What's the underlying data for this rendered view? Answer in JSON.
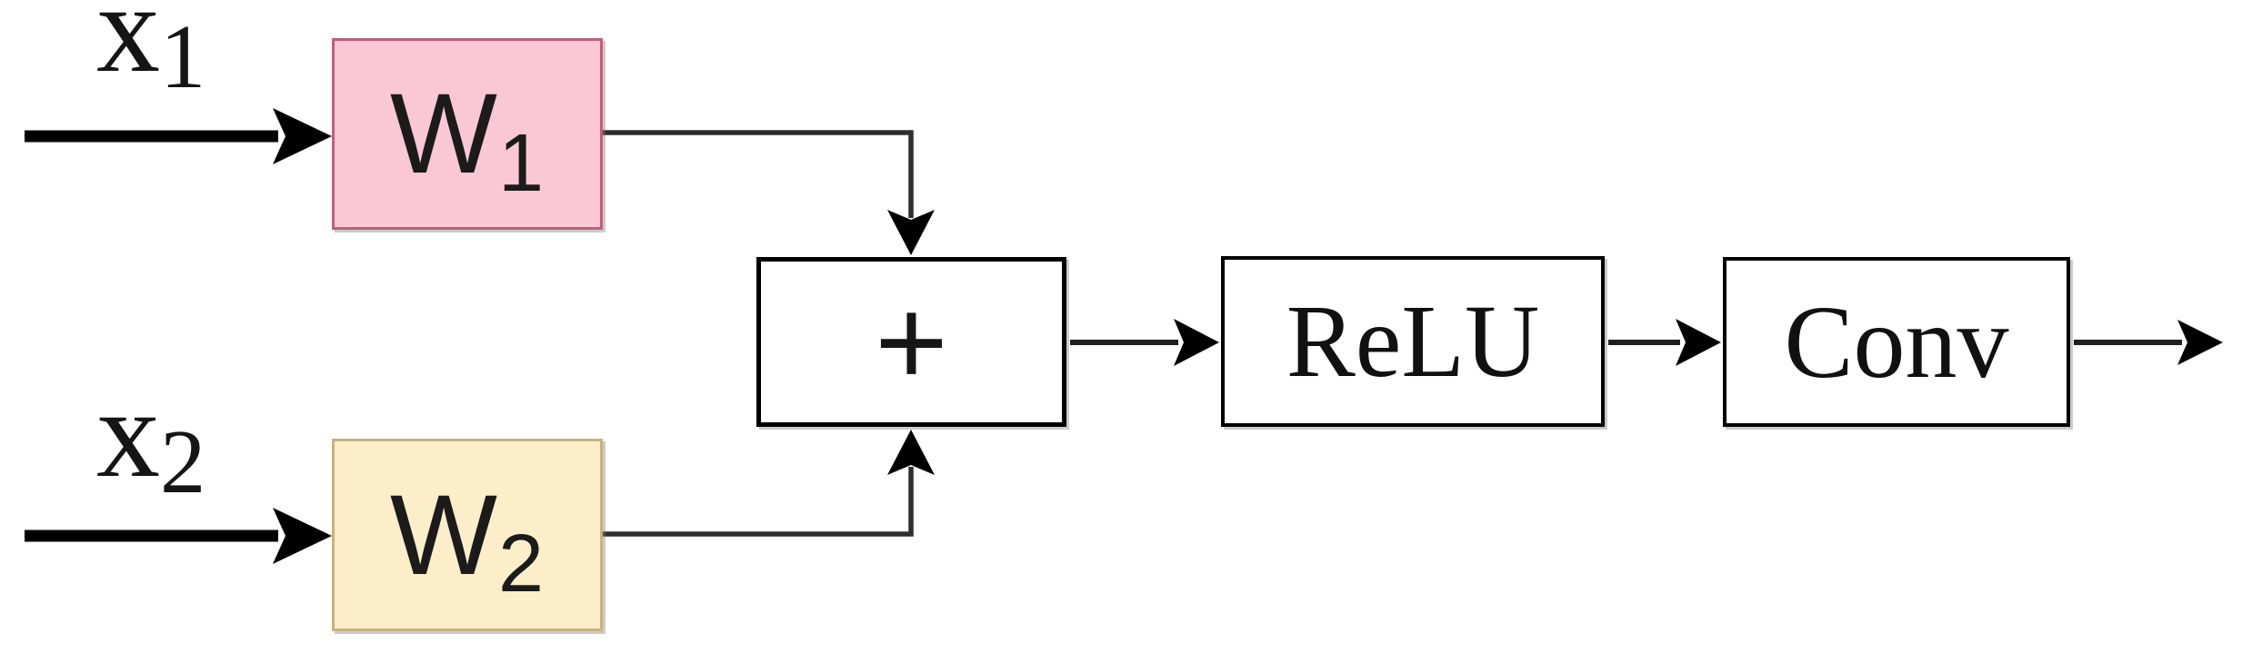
{
  "diagram": {
    "title": "weighted-sum relu conv block diagram",
    "inputs": [
      {
        "base": "x",
        "sub": "1"
      },
      {
        "base": "x",
        "sub": "2"
      }
    ],
    "blocks": {
      "w1": {
        "base": "W",
        "sub": "1"
      },
      "w2": {
        "base": "W",
        "sub": "2"
      },
      "sum": {
        "label": "+"
      },
      "relu": {
        "label": "ReLU"
      },
      "conv": {
        "label": "Conv"
      }
    },
    "colors": {
      "w1_fill": "#f9c7d6",
      "w1_border": "#c05f78",
      "w2_fill": "#fbeec9",
      "w2_border": "#c8b27f",
      "box_border": "#000000",
      "line": "#1f1f1f",
      "background": "#ffffff"
    }
  }
}
